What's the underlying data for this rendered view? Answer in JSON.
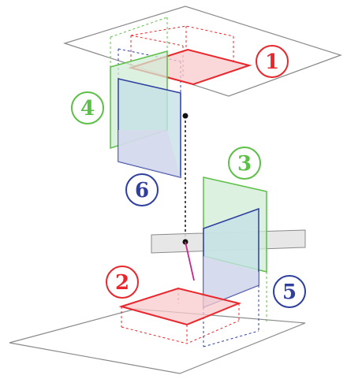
{
  "colors": {
    "red": "#e8262b",
    "green": "#5cbf47",
    "blue": "#2e3f9e",
    "gray": "#8a8a8a",
    "magenta": "#c8288c",
    "black": "#111111"
  },
  "labels": [
    {
      "id": "one",
      "text": "1",
      "color": "red"
    },
    {
      "id": "two",
      "text": "2",
      "color": "red"
    },
    {
      "id": "three",
      "text": "3",
      "color": "green"
    },
    {
      "id": "four",
      "text": "4",
      "color": "green"
    },
    {
      "id": "five",
      "text": "5",
      "color": "blue"
    },
    {
      "id": "six",
      "text": "6",
      "color": "blue"
    }
  ]
}
